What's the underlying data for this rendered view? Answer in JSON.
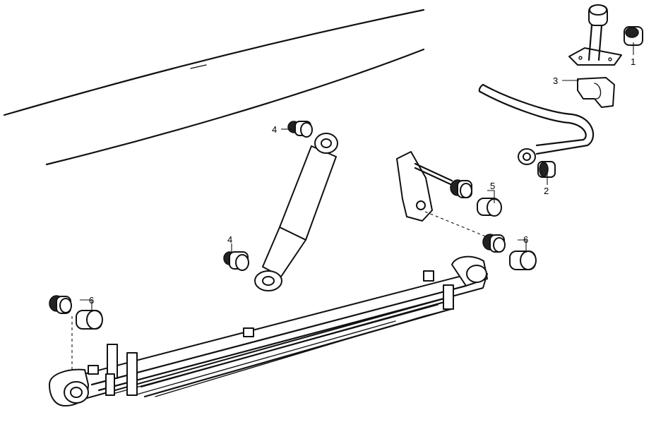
{
  "callouts": {
    "c1": "1",
    "c2": "2",
    "c3": "3",
    "c4_top": "4",
    "c4_bottom": "4",
    "c5": "5",
    "c6_right": "6",
    "c6_left": "6"
  }
}
